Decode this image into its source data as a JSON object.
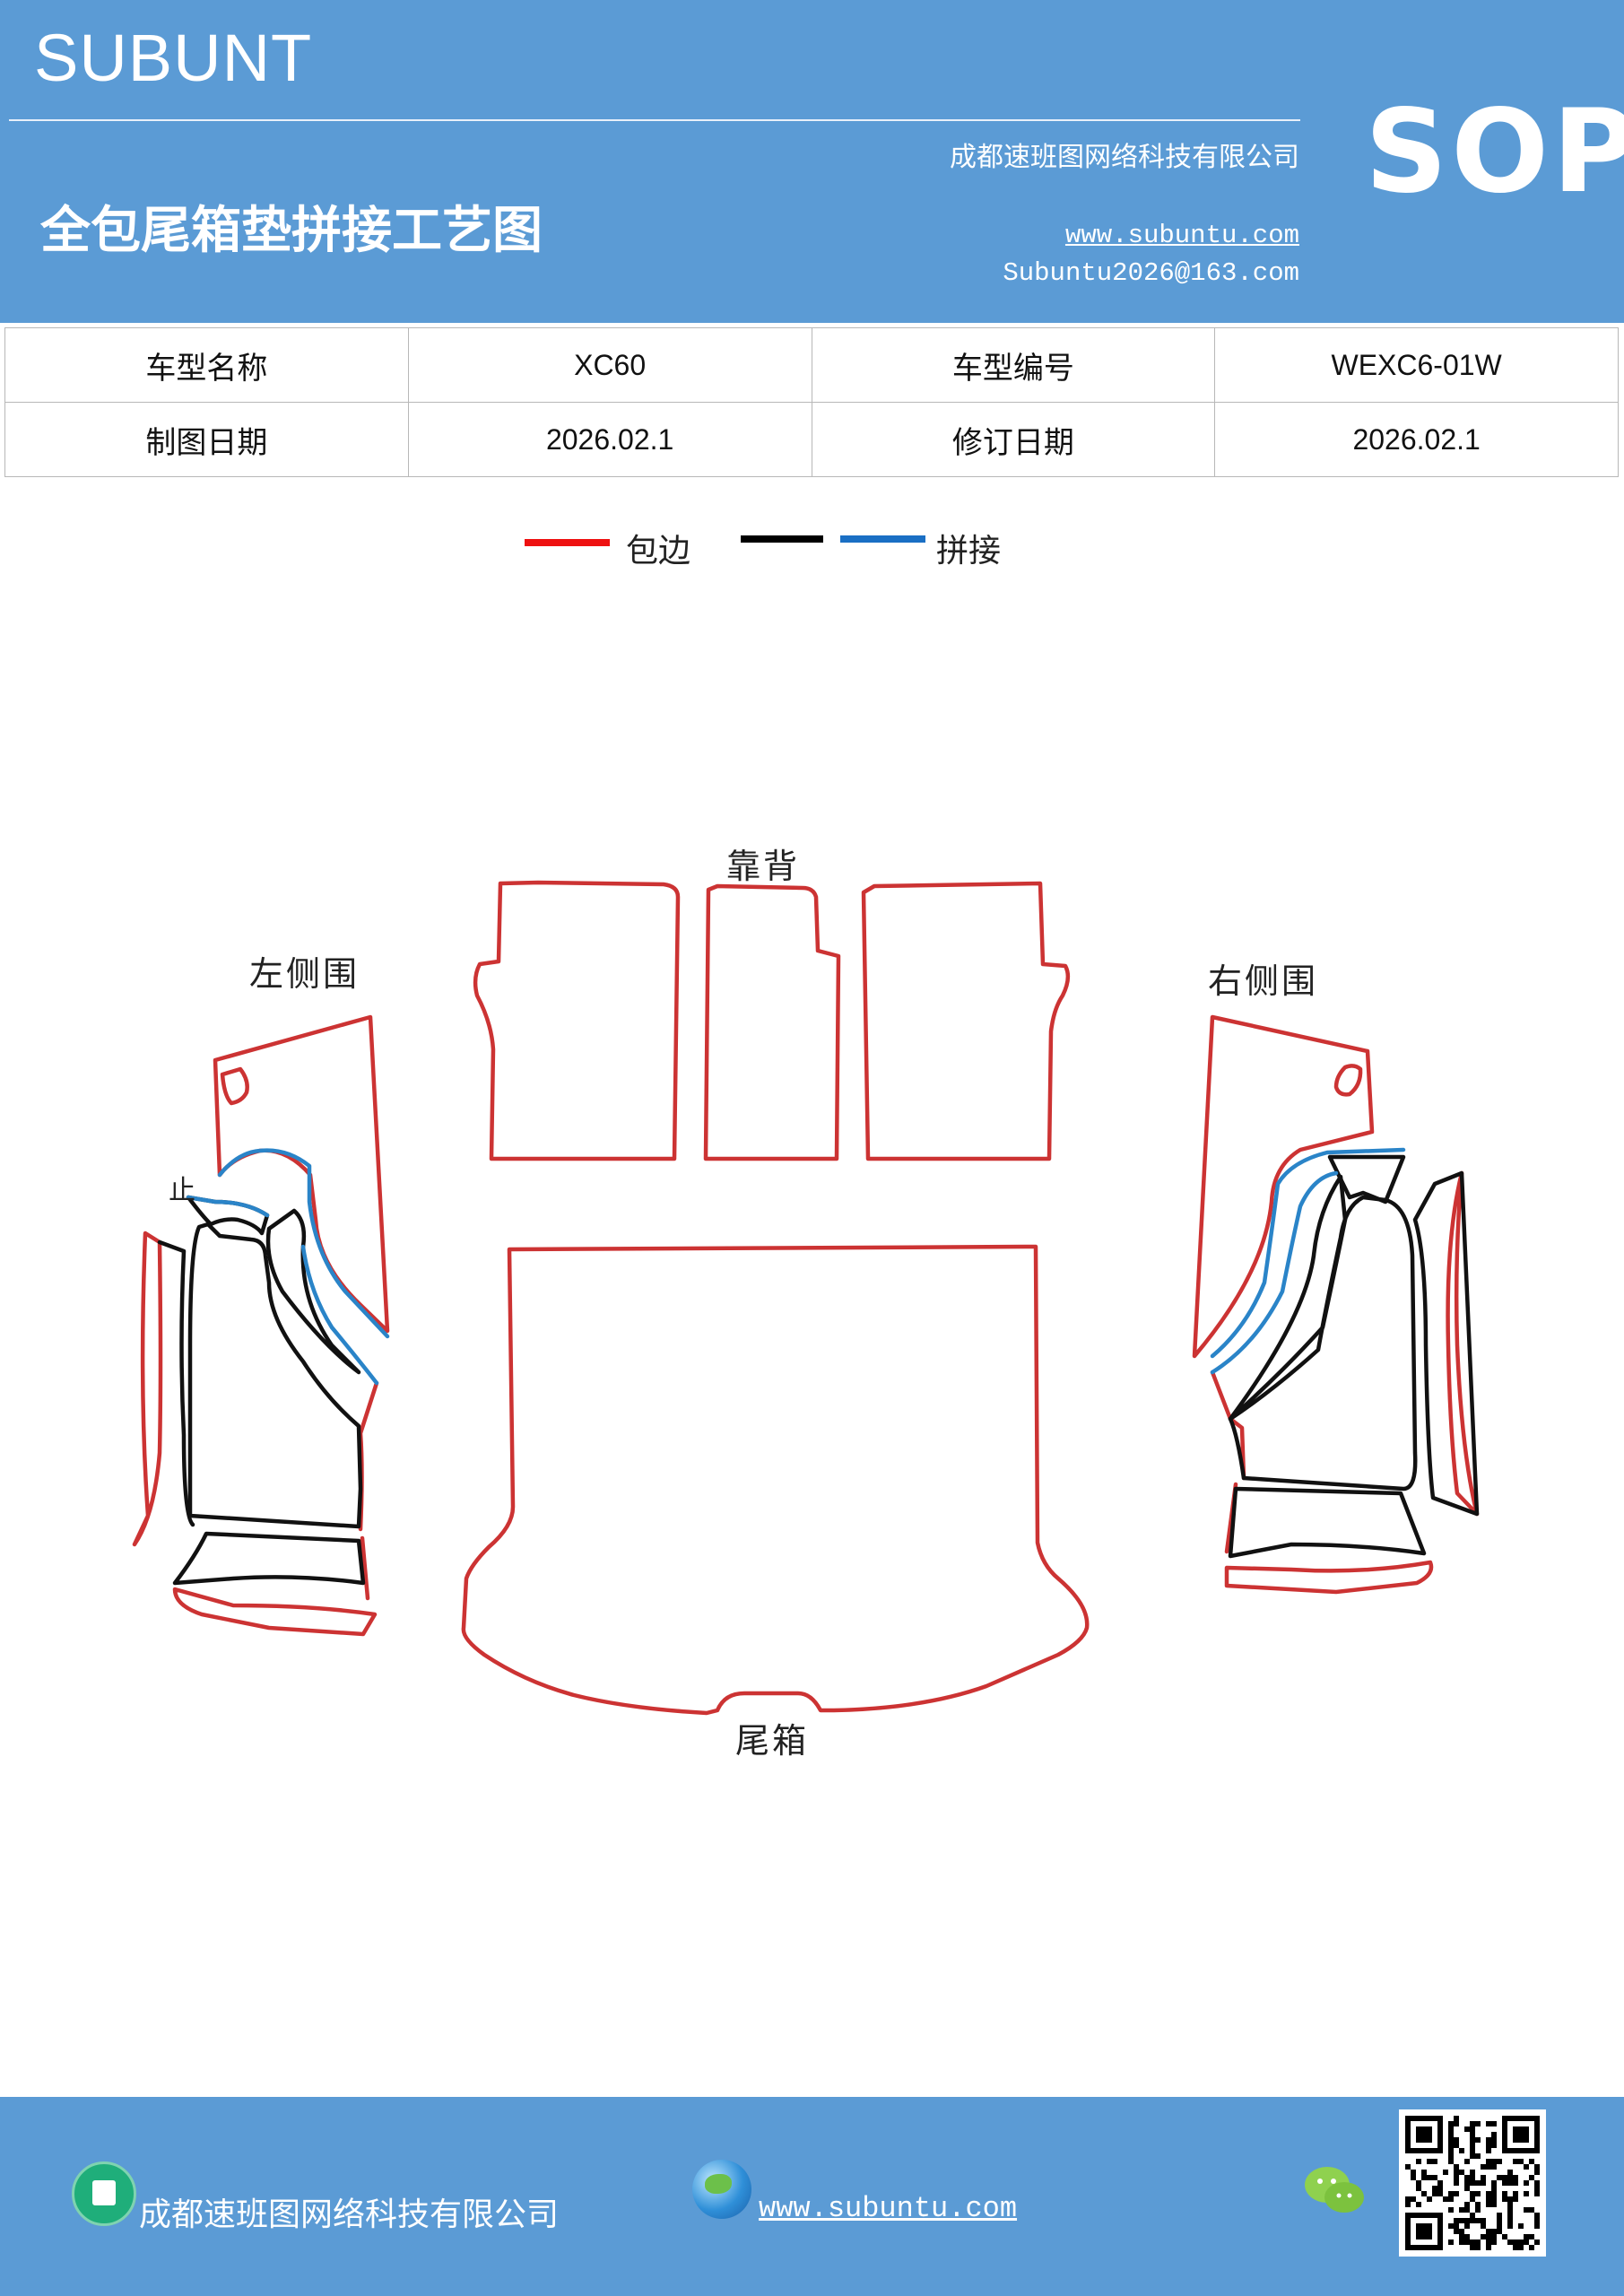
{
  "header": {
    "brand": "SUBUNT",
    "company": "成都速班图网络科技有限公司",
    "title": "全包尾箱垫拼接工艺图",
    "website": "www.subuntu.com",
    "email": "Subuntu2026@163.com",
    "badge": "SOP"
  },
  "info_table": {
    "row1": {
      "label_a": "车型名称",
      "value_a": "XC60",
      "label_b": "车型编号",
      "value_b": "WEXC6-01W"
    },
    "row2": {
      "label_a": "制图日期",
      "value_a": "2026.02.1",
      "label_b": "修订日期",
      "value_b": "2026.02.1"
    }
  },
  "legend": {
    "items": [
      {
        "label": "包边",
        "color": "#ee1111"
      },
      {
        "label": "",
        "color": "#000000"
      },
      {
        "label": "拼接",
        "color": "#1a6fc4"
      }
    ]
  },
  "diagram": {
    "labels": {
      "backrest": "靠背",
      "left_side": "左侧围",
      "right_side": "右侧围",
      "trunk": "尾箱",
      "stop_mark": "止"
    },
    "colors": {
      "edge": "#cc3333",
      "black": "#111111",
      "seam": "#2a84c8"
    }
  },
  "footer": {
    "company": "成都速班图网络科技有限公司",
    "website": "www.subuntu.com",
    "icons": [
      "building-icon",
      "globe-icon",
      "wechat-icon",
      "qr-code"
    ]
  }
}
